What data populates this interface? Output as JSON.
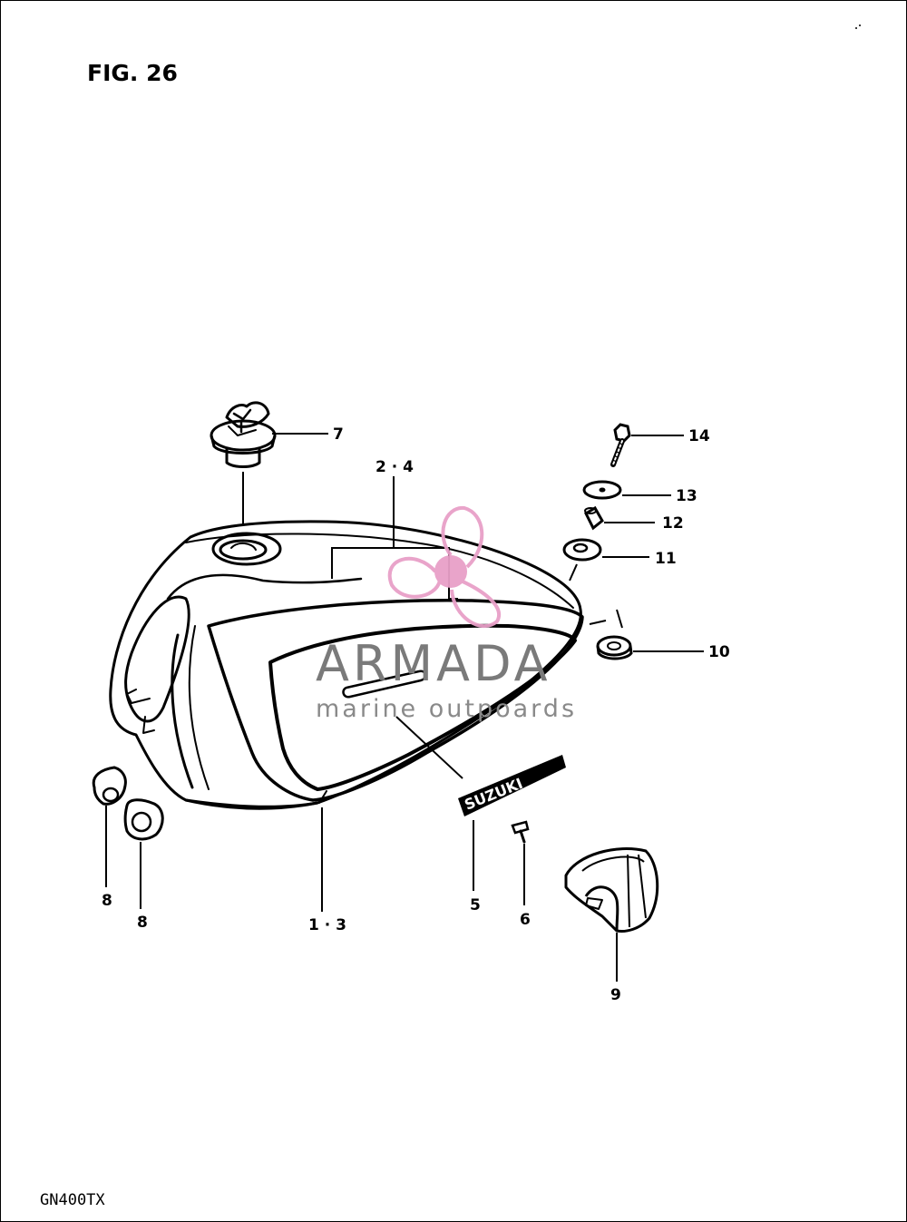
{
  "figure": {
    "title": "FIG. 26"
  },
  "model_code": "GN400TX",
  "watermark": {
    "brand": "ARMADA",
    "tagline": "marine outpoards",
    "colors": {
      "propeller": "#e8a0c8",
      "text": "#7a7a7a"
    }
  },
  "emblem_text": "SUZUKI",
  "callouts": [
    {
      "id": "c7",
      "label": "7"
    },
    {
      "id": "c24",
      "label": "2 · 4"
    },
    {
      "id": "c14",
      "label": "14"
    },
    {
      "id": "c13",
      "label": "13"
    },
    {
      "id": "c12",
      "label": "12"
    },
    {
      "id": "c11",
      "label": "11"
    },
    {
      "id": "c10",
      "label": "10"
    },
    {
      "id": "c8a",
      "label": "8"
    },
    {
      "id": "c8b",
      "label": "8"
    },
    {
      "id": "c13b",
      "label": "1 · 3"
    },
    {
      "id": "c5",
      "label": "5"
    },
    {
      "id": "c6",
      "label": "6"
    },
    {
      "id": "c9",
      "label": "9"
    }
  ]
}
